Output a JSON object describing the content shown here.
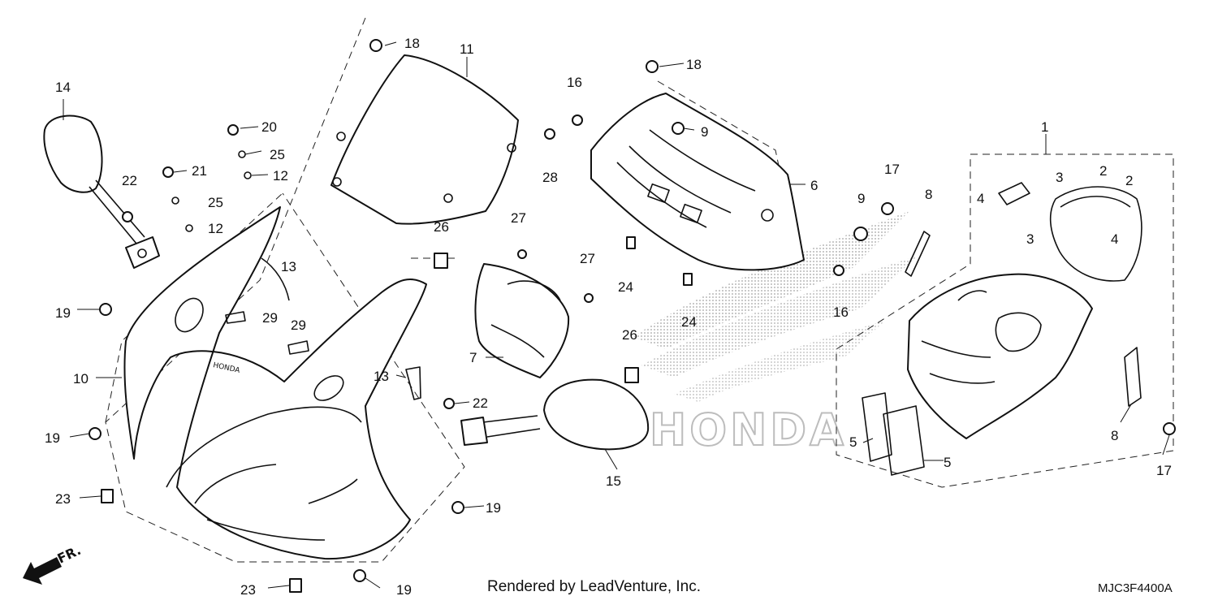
{
  "colors": {
    "ink": "#111111",
    "background": "#ffffff",
    "watermark": "#c8c8c8"
  },
  "watermark": {
    "text": "HONDA",
    "icon": "honda-wing-logo-icon"
  },
  "direction_marker": {
    "icon": "front-direction-arrow-icon",
    "label": "FR."
  },
  "callouts": [
    {
      "id": "c14a",
      "number": "14"
    },
    {
      "id": "c22a",
      "number": "22"
    },
    {
      "id": "c19a",
      "number": "19"
    },
    {
      "id": "c10",
      "number": "10"
    },
    {
      "id": "c19b",
      "number": "19"
    },
    {
      "id": "c23a",
      "number": "23"
    },
    {
      "id": "c20",
      "number": "20"
    },
    {
      "id": "c25a",
      "number": "25"
    },
    {
      "id": "c21",
      "number": "21"
    },
    {
      "id": "c12a",
      "number": "12"
    },
    {
      "id": "c25b",
      "number": "25"
    },
    {
      "id": "c12b",
      "number": "12"
    },
    {
      "id": "c13a",
      "number": "13"
    },
    {
      "id": "c29a",
      "number": "29"
    },
    {
      "id": "c29b",
      "number": "29"
    },
    {
      "id": "c18a",
      "number": "18"
    },
    {
      "id": "c11",
      "number": "11"
    },
    {
      "id": "c26a",
      "number": "26"
    },
    {
      "id": "c13b",
      "number": "13"
    },
    {
      "id": "c7",
      "number": "7"
    },
    {
      "id": "c27a",
      "number": "27"
    },
    {
      "id": "c27b",
      "number": "27"
    },
    {
      "id": "c22b",
      "number": "22"
    },
    {
      "id": "c15",
      "number": "15"
    },
    {
      "id": "c19c",
      "number": "19"
    },
    {
      "id": "c23b",
      "number": "23"
    },
    {
      "id": "c19d",
      "number": "19"
    },
    {
      "id": "c16a",
      "number": "16"
    },
    {
      "id": "c28",
      "number": "28"
    },
    {
      "id": "c18b",
      "number": "18"
    },
    {
      "id": "c9a",
      "number": "9"
    },
    {
      "id": "c6",
      "number": "6"
    },
    {
      "id": "c24a",
      "number": "24"
    },
    {
      "id": "c24b",
      "number": "24"
    },
    {
      "id": "c26b",
      "number": "26"
    },
    {
      "id": "c9b",
      "number": "9"
    },
    {
      "id": "c16b",
      "number": "16"
    },
    {
      "id": "c17a",
      "number": "17"
    },
    {
      "id": "c8a",
      "number": "8"
    },
    {
      "id": "c1",
      "number": "1"
    },
    {
      "id": "c4a",
      "number": "4"
    },
    {
      "id": "c3a",
      "number": "3"
    },
    {
      "id": "c2a",
      "number": "2"
    },
    {
      "id": "c2b",
      "number": "2"
    },
    {
      "id": "c3b",
      "number": "3"
    },
    {
      "id": "c4b",
      "number": "4"
    },
    {
      "id": "c5a",
      "number": "5"
    },
    {
      "id": "c5b",
      "number": "5"
    },
    {
      "id": "c8b",
      "number": "8"
    },
    {
      "id": "c17b",
      "number": "17"
    }
  ],
  "footer": {
    "credit": "Rendered by LeadVenture, Inc.",
    "diagram_code": "MJC3F4400A"
  }
}
